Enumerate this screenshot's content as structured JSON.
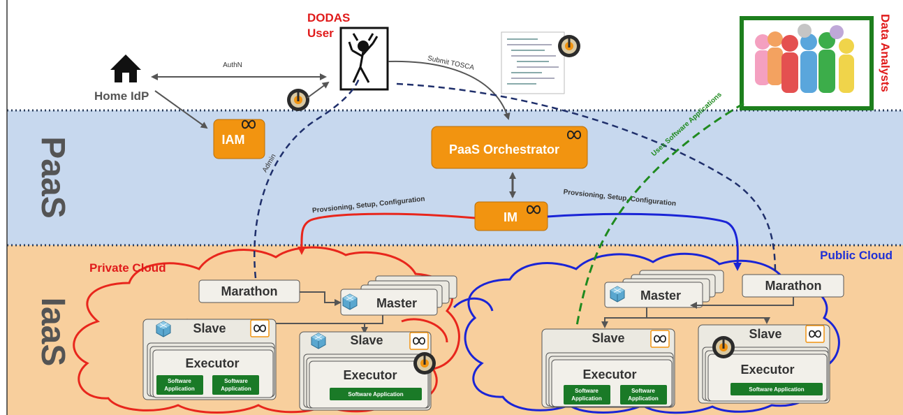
{
  "layers": {
    "paas": "PaaS",
    "iaas": "IaaS"
  },
  "top": {
    "dodas_user_line1": "DODAS",
    "dodas_user_line2": "User",
    "home_idp": "Home IdP",
    "authn": "AuthN",
    "submit_tosca": "Submit TOSCA",
    "data_analysts": "Data Analysts"
  },
  "paas": {
    "iam": "IAM",
    "orchestrator": "PaaS Orchestrator",
    "im": "IM",
    "admin": "Admin",
    "uses_software": "Uses Software Applications",
    "provisioning_left": "Provsioning, Setup, Configuration",
    "provisioning_right": "Provsioning, Setup, Configuration"
  },
  "iaas": {
    "private_cloud": "Private Cloud",
    "public_cloud": "Public Cloud",
    "left": {
      "marathon": "Marathon",
      "master": "Master",
      "slave_a": "Slave",
      "executor_a": "Executor",
      "app_a1_line1": "Software",
      "app_a1_line2": "Application",
      "app_a2_line1": "Software",
      "app_a2_line2": "Application",
      "slave_b": "Slave",
      "executor_b": "Executor",
      "app_b": "Software Application"
    },
    "right": {
      "marathon": "Marathon",
      "master": "Master",
      "slave_a": "Slave",
      "executor_a": "Executor",
      "app_a1_line1": "Software",
      "app_a1_line2": "Application",
      "app_a2_line1": "Software",
      "app_a2_line2": "Application",
      "slave_b": "Slave",
      "executor_b": "Executor",
      "app_b": "Software Application"
    }
  },
  "colors": {
    "paas_band": "#c7d8ee",
    "iaas_band": "#f8cf9d",
    "orange_box": "#f29410",
    "app_green": "#1a7a27",
    "private_cloud": "#e8261c",
    "public_cloud": "#1a24d6",
    "red_text": "#e01b1b",
    "blue_text": "#1e2fd6",
    "dashed_navy": "#1f2f6b",
    "dashed_green": "#1f8a1f"
  }
}
